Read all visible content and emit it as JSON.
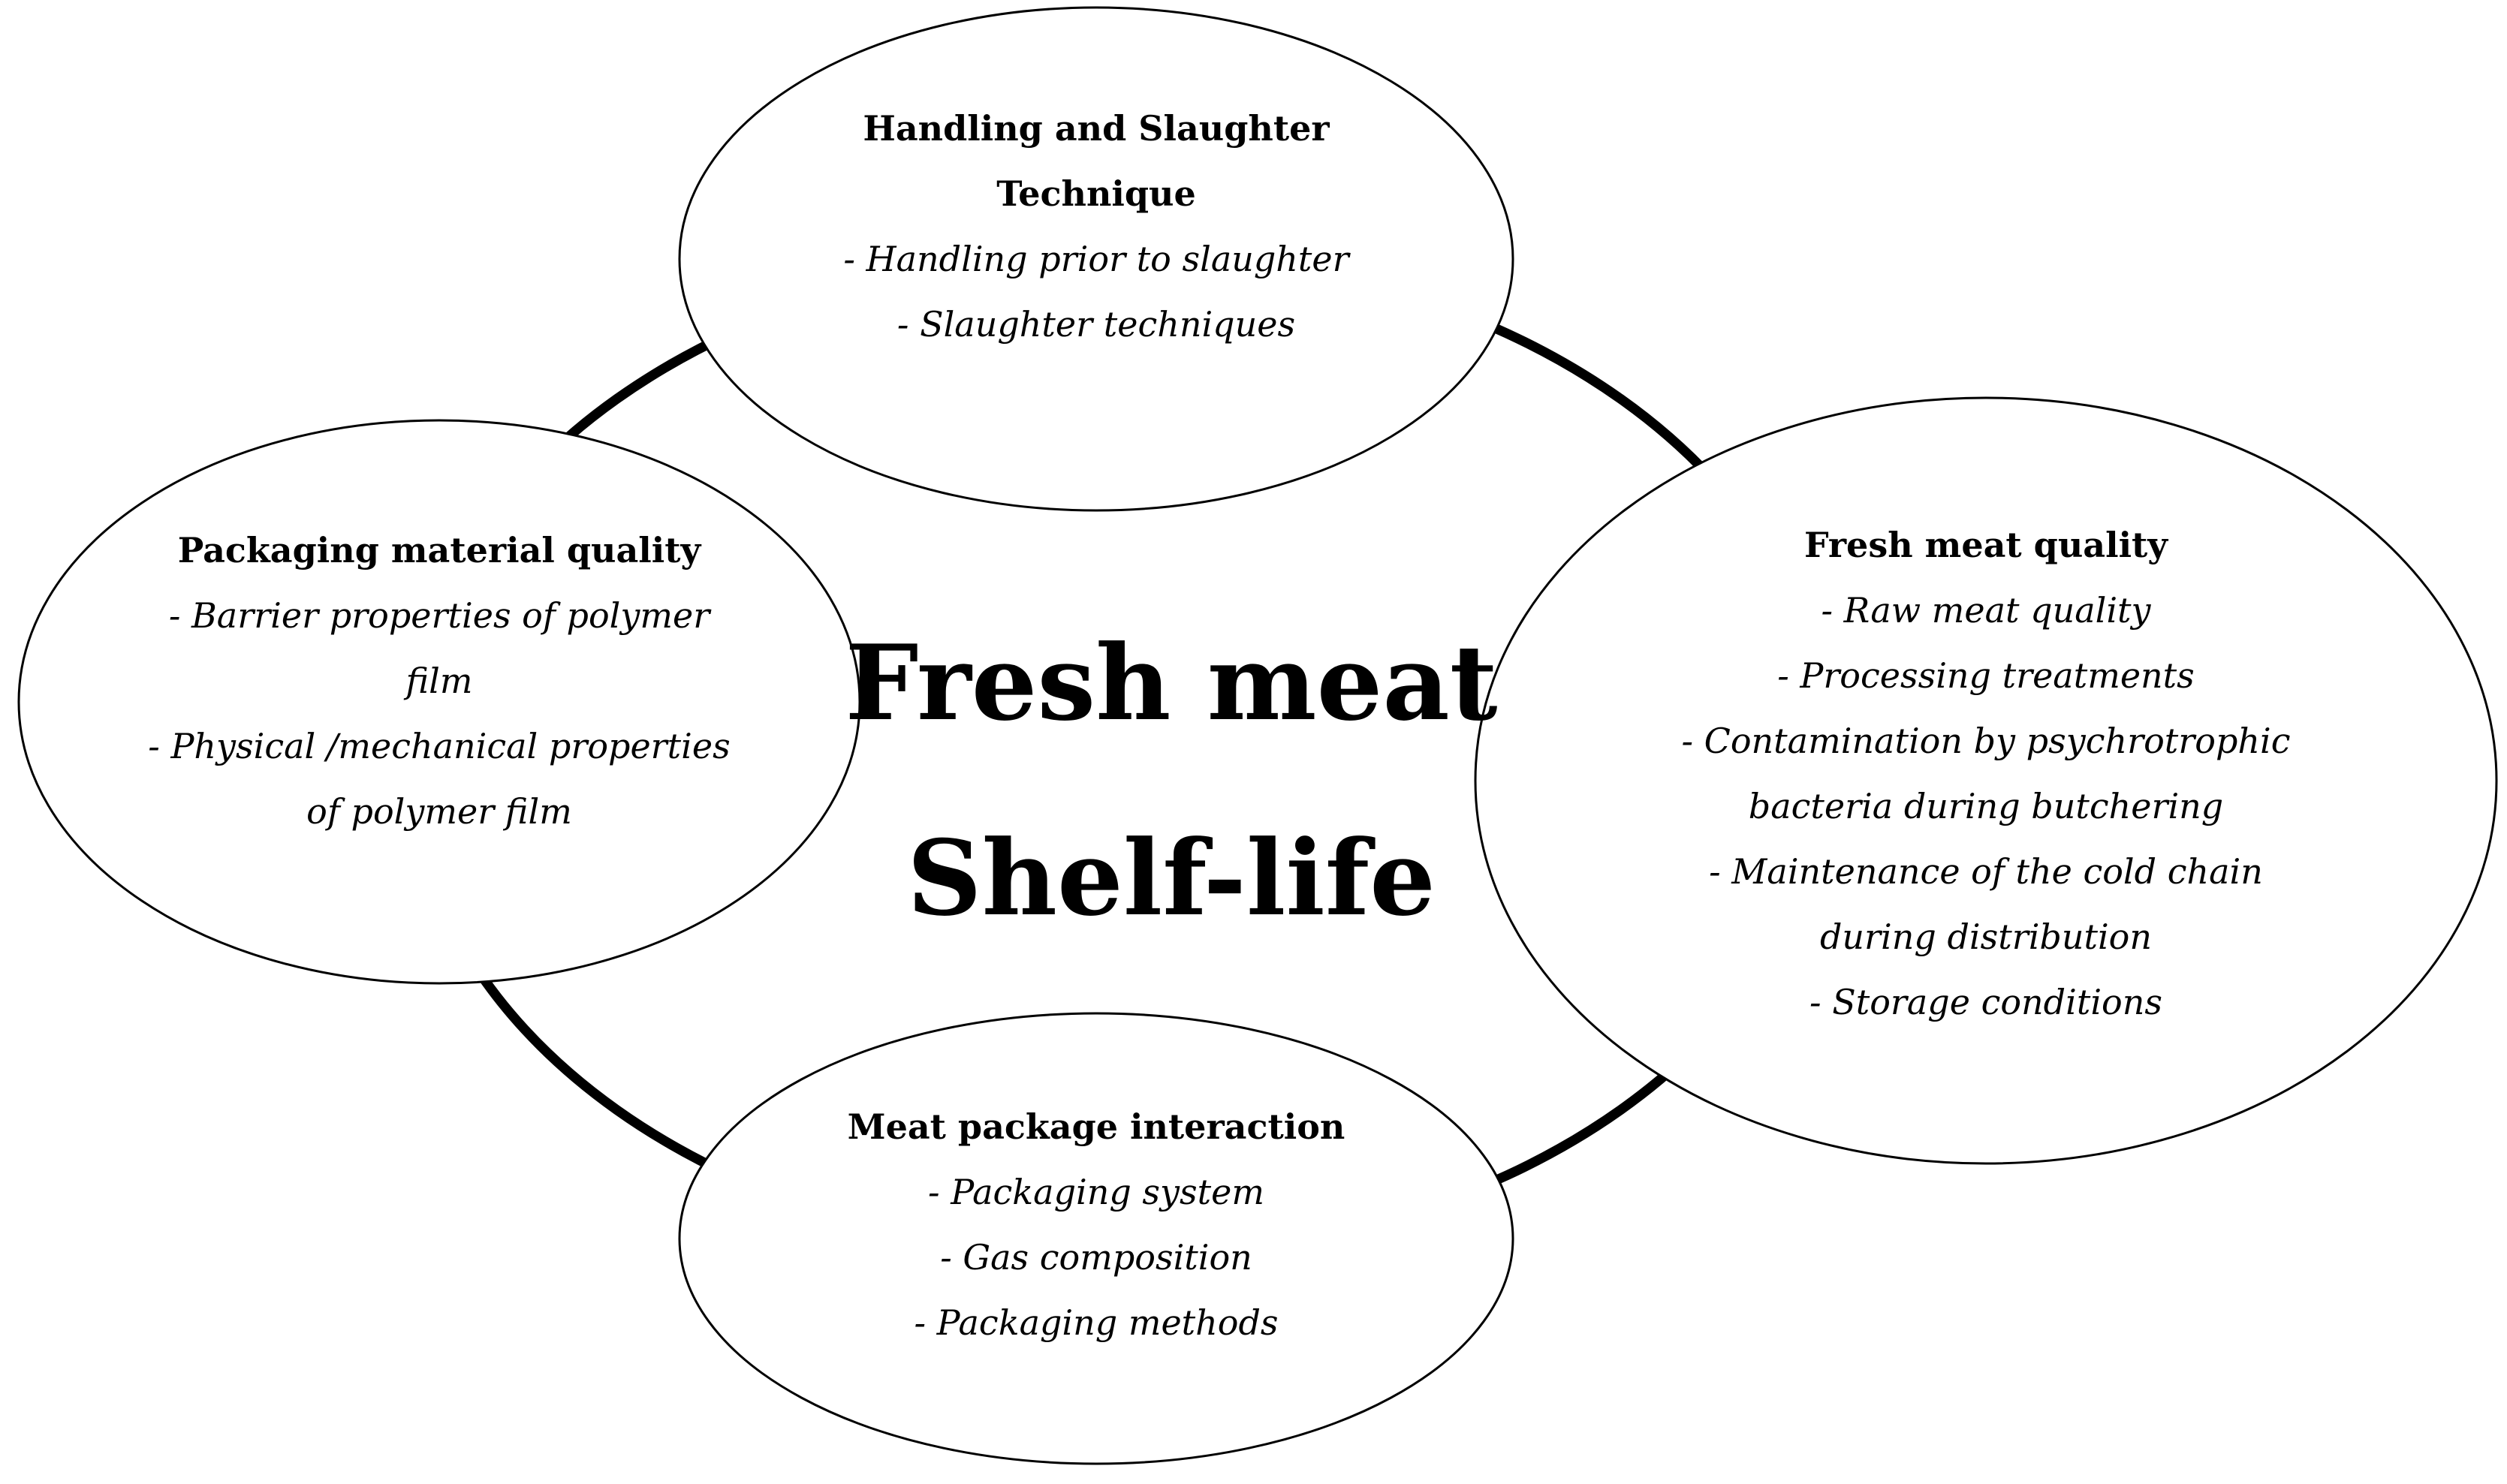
{
  "center": {
    "line1": "Fresh meat",
    "line2": "Shelf-life"
  },
  "nodes": {
    "handling": {
      "title_line1": "Handling and Slaughter",
      "title_line2": "Technique",
      "items": [
        "- Handling prior to slaughter",
        "- Slaughter techniques"
      ]
    },
    "packaging_material": {
      "title": "Packaging material quality",
      "lines": [
        "- Barrier properties of polymer",
        "film",
        "- Physical /mechanical properties",
        "of polymer film"
      ]
    },
    "fresh_meat_quality": {
      "title": "Fresh meat quality",
      "lines": [
        "- Raw meat quality",
        "- Processing treatments",
        "- Contamination by psychrotrophic",
        "bacteria during butchering",
        "- Maintenance of the cold chain",
        "during distribution",
        "- Storage conditions"
      ]
    },
    "meat_package": {
      "title": "Meat package interaction",
      "items": [
        "- Packaging system",
        "- Gas composition",
        "- Packaging methods"
      ]
    }
  },
  "colors": {
    "stroke": "#000000",
    "fill": "#ffffff"
  }
}
